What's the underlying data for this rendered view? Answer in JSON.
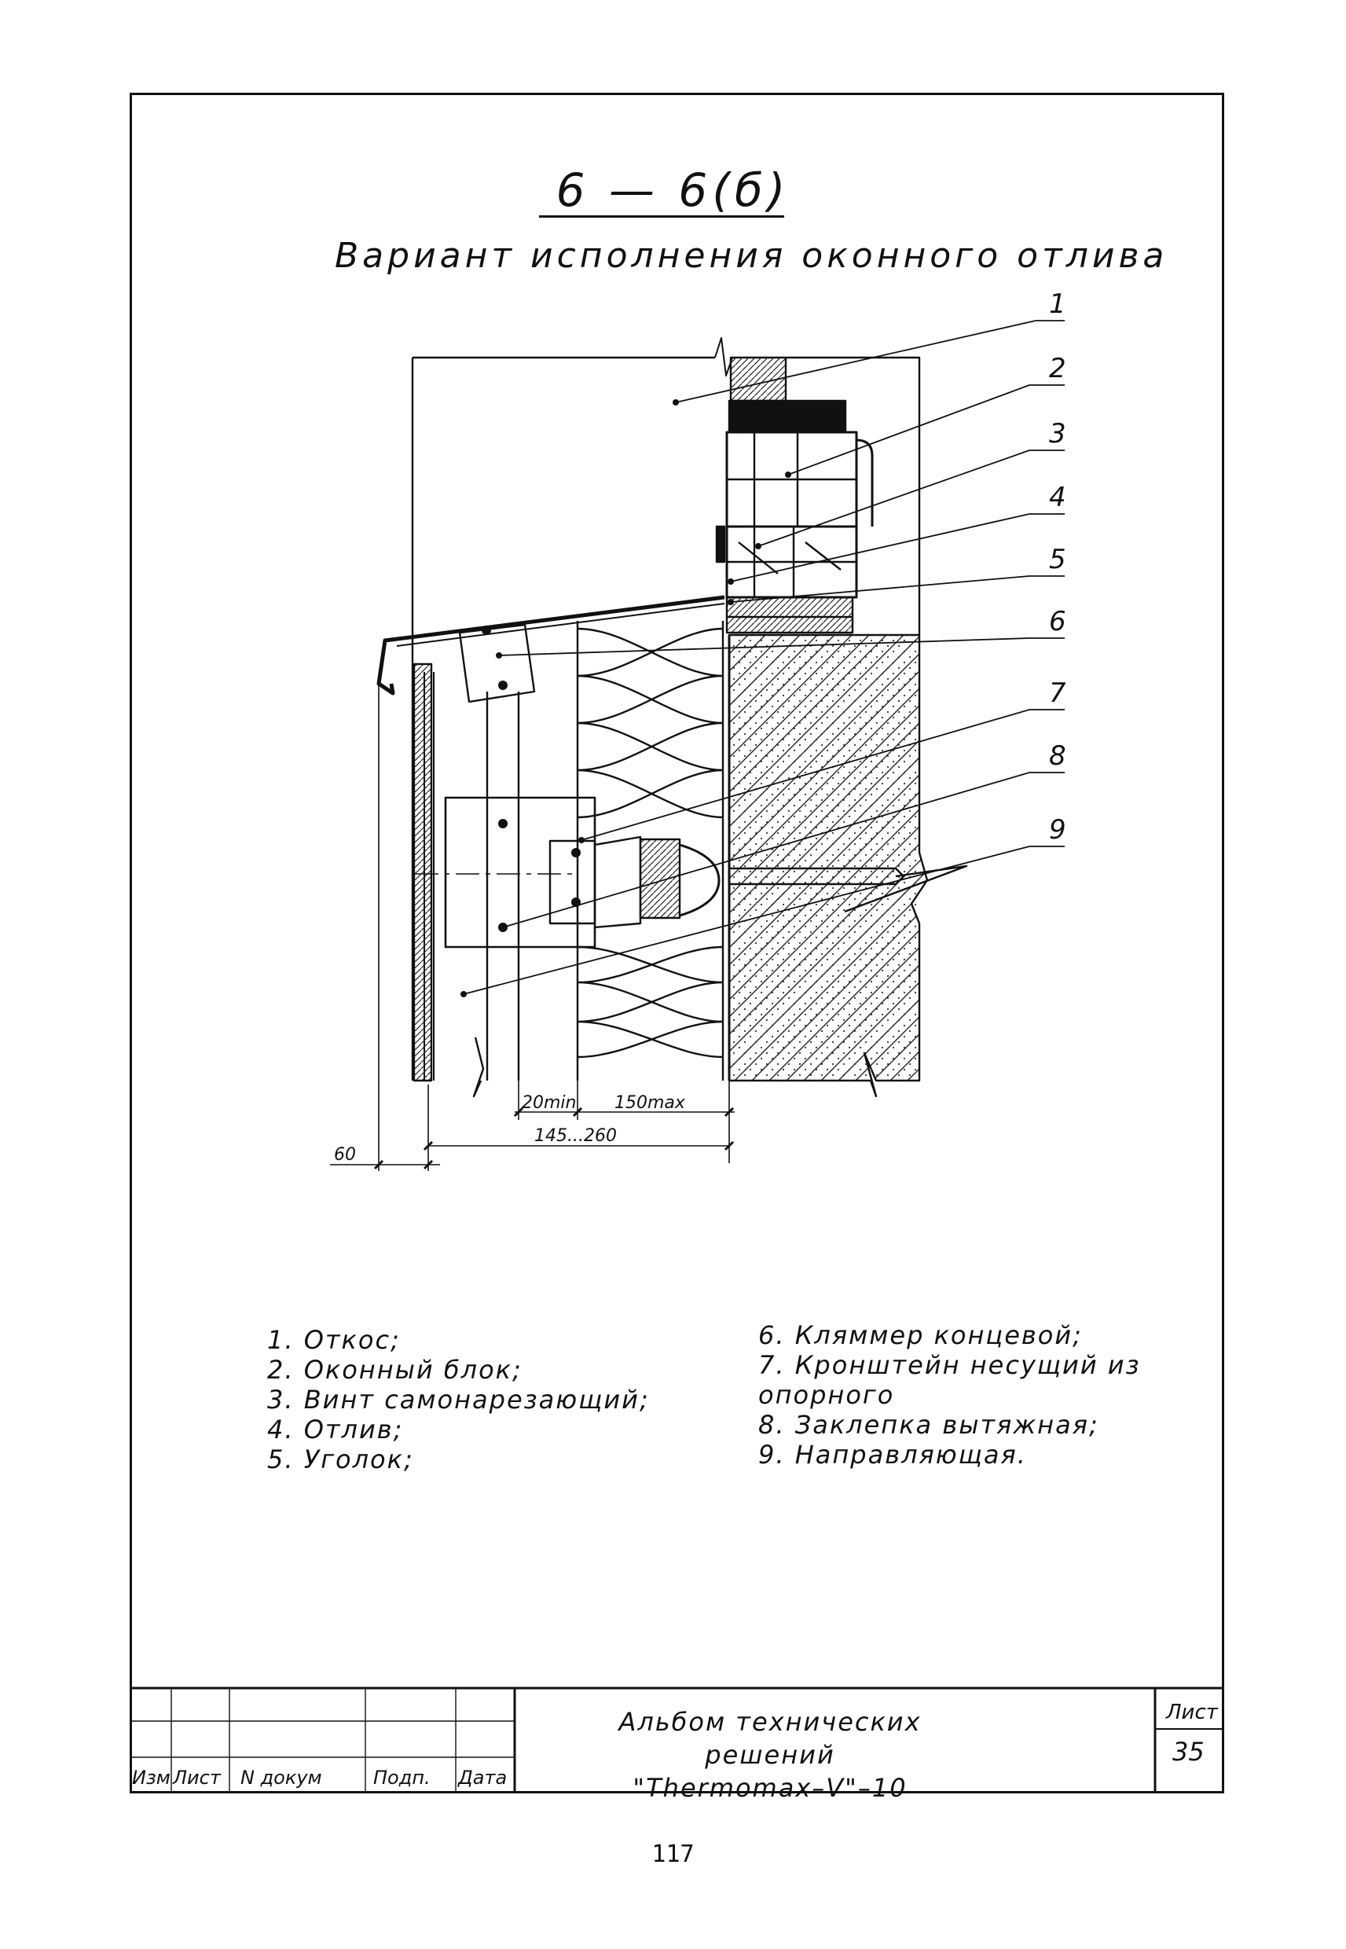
{
  "header": {
    "title": "6 — 6(б)",
    "subtitle": "Вариант исполнения оконного отлива"
  },
  "callouts": [
    "1",
    "2",
    "3",
    "4",
    "5",
    "6",
    "7",
    "8",
    "9"
  ],
  "dimensions": {
    "d20min": "20min",
    "d150max": "150max",
    "d145_260": "145...260",
    "d60": "60"
  },
  "legend": {
    "left": [
      "1.  Откос;",
      "2.  Оконный блок;",
      "3.  Винт самонарезающий;",
      "4.  Отлив;",
      "5.  Уголок;"
    ],
    "right": [
      "6.  Кляммер концевой;",
      "7.  Кронштейн несущий из",
      "опорного",
      "8.  Заклепка вытяжная;",
      "9.  Направляющая."
    ]
  },
  "stamp": {
    "title_line1": "Альбом технических решений",
    "title_line2": "\"Thermomax–V\"–10",
    "izm": "Изм",
    "list": "Лист",
    "ndokum": "N докум",
    "podp": "Подп.",
    "data": "Дата",
    "sheet_label": "Лист",
    "sheet_number": "35"
  },
  "page_number": "117"
}
